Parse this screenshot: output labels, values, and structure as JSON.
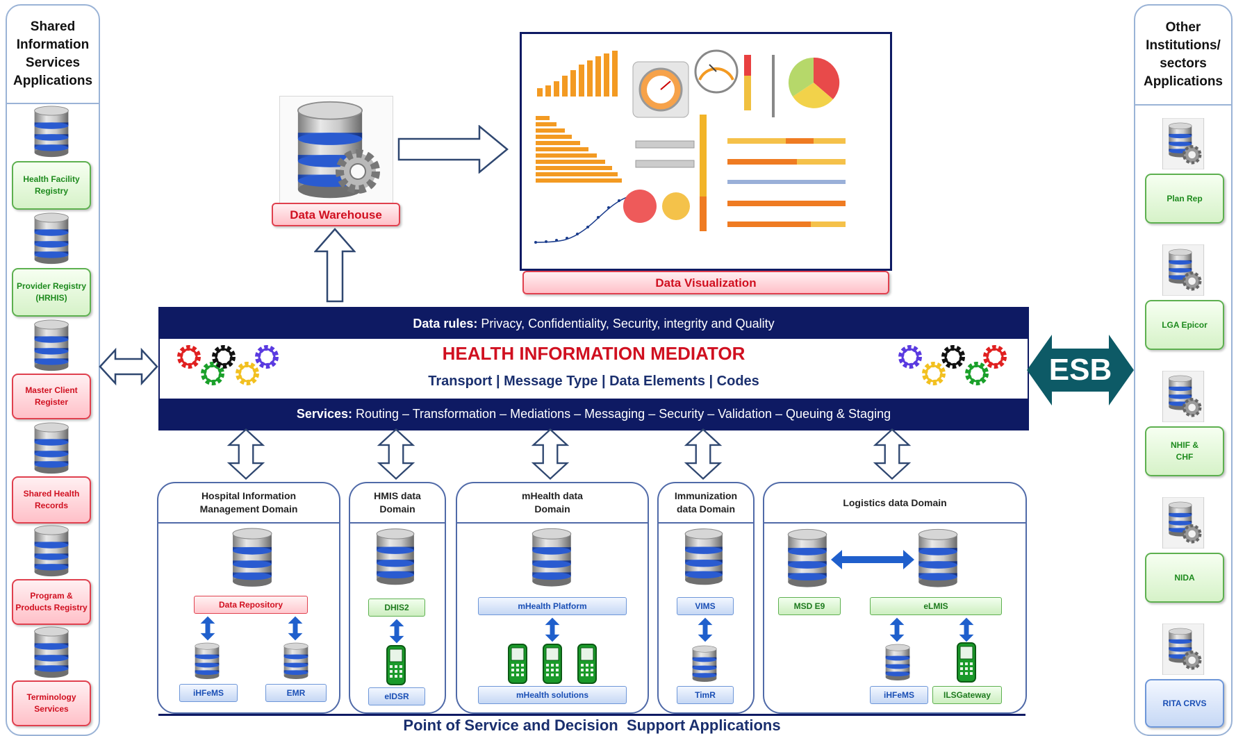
{
  "left_panel": {
    "title": "Shared Information Services Applications",
    "items": [
      {
        "label": "Health Facility Registry",
        "color": "green"
      },
      {
        "label": "Provider Registry (HRHIS)",
        "color": "green"
      },
      {
        "label": "Master Client Register",
        "color": "red"
      },
      {
        "label": "Shared Health Records",
        "color": "red"
      },
      {
        "label": "Program & Products Registry",
        "color": "red"
      },
      {
        "label": "Terminology Services",
        "color": "red"
      }
    ]
  },
  "right_panel": {
    "title": "Other Institutions/ sectors Applications",
    "items": [
      {
        "label": "Plan Rep",
        "color": "green"
      },
      {
        "label": "LGA Epicor",
        "color": "green"
      },
      {
        "label": "NHIF & CHF",
        "color": "green"
      },
      {
        "label": "NIDA",
        "color": "green"
      },
      {
        "label": "RITA CRVS",
        "color": "blue"
      }
    ]
  },
  "warehouse": {
    "label": "Data Warehouse"
  },
  "visualization": {
    "label": "Data Visualization"
  },
  "mediator": {
    "rules_prefix": "Data rules:",
    "rules_text": " Privacy, Confidentiality, Security, integrity and Quality",
    "title": "HEALTH INFORMATION MEDIATOR",
    "subtitle": "Transport | Message Type | Data Elements | Codes",
    "services_prefix": "Services:",
    "services_text": " Routing – Transformation – Mediations – Messaging – Security – Validation – Queuing & Staging"
  },
  "esb": {
    "label": "ESB"
  },
  "domains": [
    {
      "title": "Hospital Information Management Domain",
      "main": "Data Repository",
      "subs": [
        "iHFeMS",
        "EMR"
      ]
    },
    {
      "title": "HMIS data Domain",
      "main": "DHIS2",
      "subs": [
        "eIDSR"
      ]
    },
    {
      "title": "mHealth data Domain",
      "main": "mHealth Platform",
      "subs": [
        "mHealth solutions"
      ]
    },
    {
      "title": "Immunization data Domain",
      "main": "VIMS",
      "subs": [
        "TimR"
      ]
    },
    {
      "title": "Logistics data Domain",
      "main": "MSD E9",
      "main2": "eLMIS",
      "subs": [
        "iHFeMS",
        "ILSGateway"
      ]
    }
  ],
  "footer": {
    "label": "Point of Service and Decision  Support Applications"
  },
  "colors": {
    "navy": "#0e1a63",
    "esb": "#0d5a66",
    "red_text": "#d01020",
    "green_text": "#1d8a1d",
    "blue_text": "#1a4fb5"
  }
}
